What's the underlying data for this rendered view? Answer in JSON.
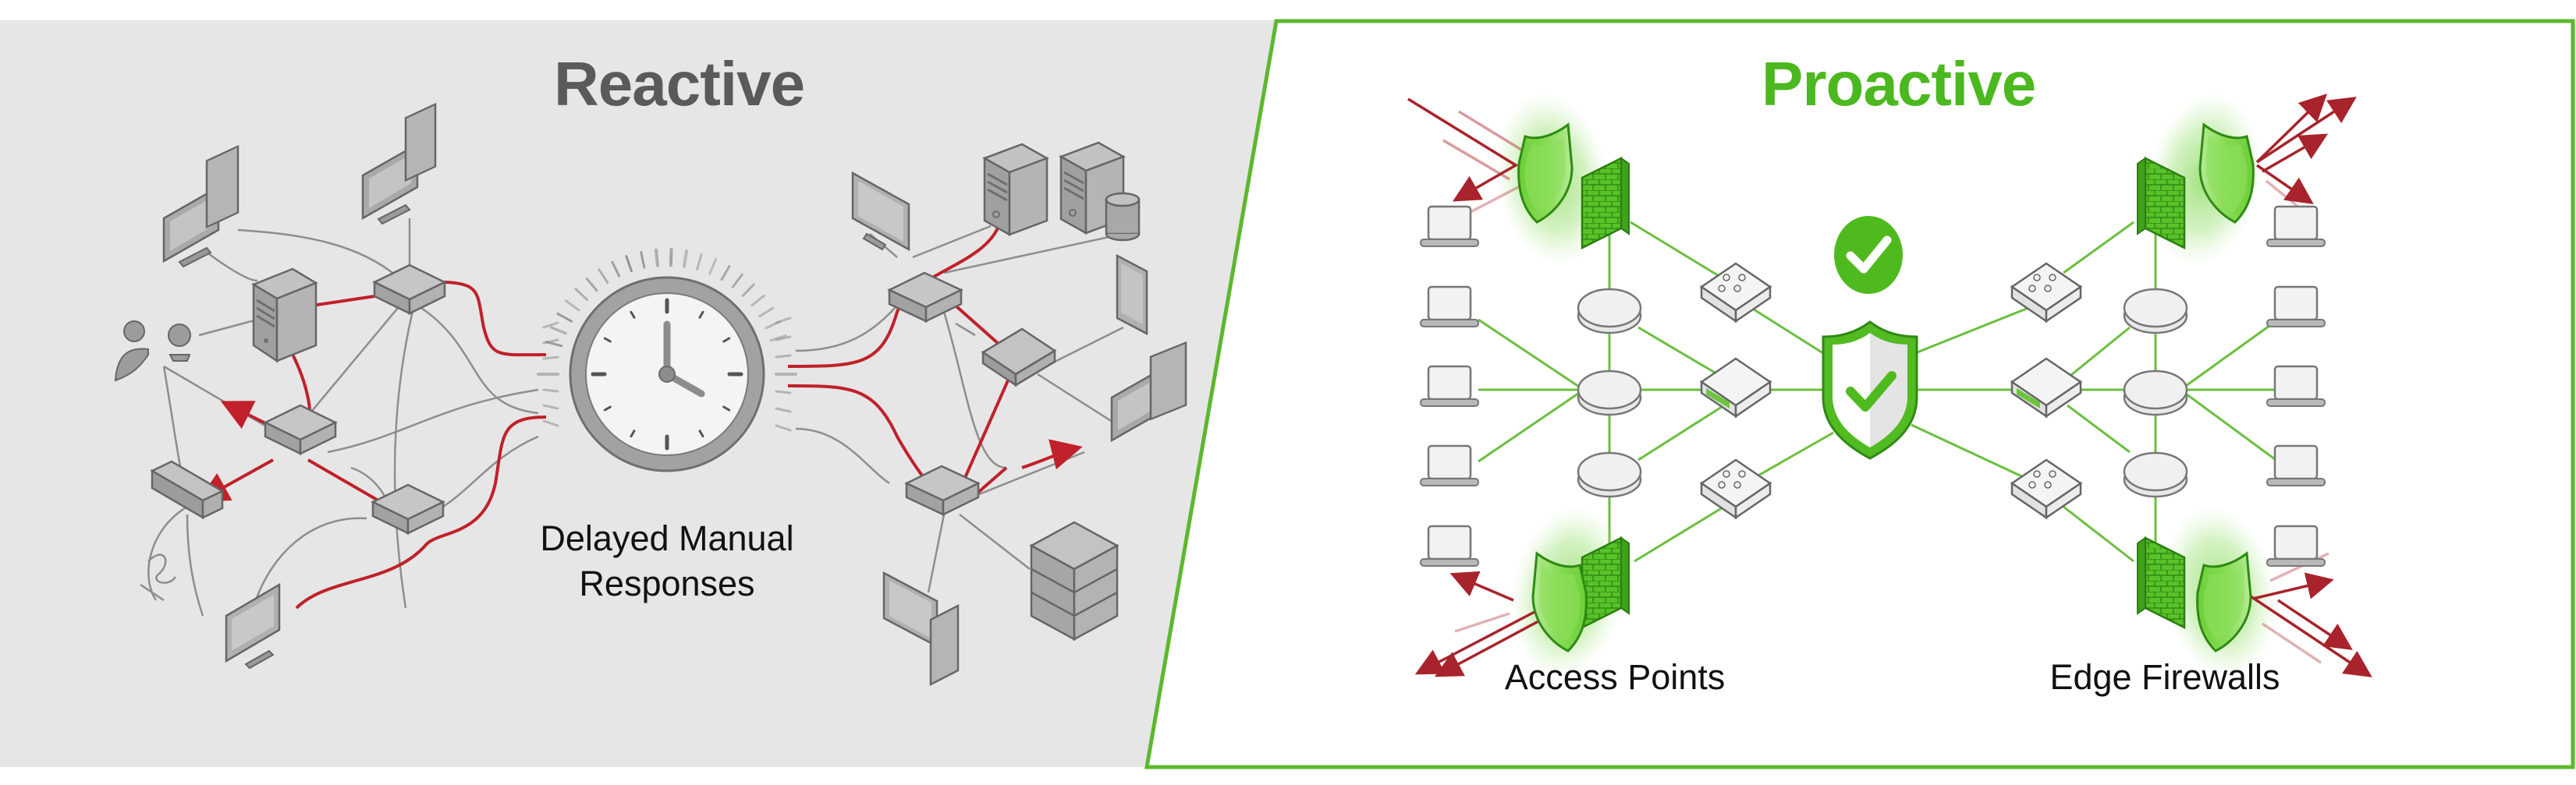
{
  "reactive": {
    "title": "Reactive",
    "caption_line1": "Delayed Manual",
    "caption_line2": "Responses",
    "title_color": "#5a5a5a",
    "accent_color": "#c0212a",
    "clock_time": "4:00",
    "icons": [
      "desktop-computer-icon",
      "server-tower-icon",
      "network-switch-icon",
      "router-icon",
      "user-icon",
      "monitor-icon",
      "smartphone-icon",
      "database-icon",
      "storage-array-icon",
      "clock-icon"
    ]
  },
  "proactive": {
    "title": "Proactive",
    "title_color": "#4cb81f",
    "border_color": "#5cb82e",
    "threat_color": "#a8232b",
    "labels": {
      "access_points": "Access Points",
      "edge_firewalls": "Edge Firewalls"
    },
    "icons": [
      "check-circle-icon",
      "shield-check-icon",
      "shield-icon",
      "firewall-icon",
      "laptop-icon",
      "access-point-icon",
      "network-switch-icon",
      "threat-arrow-icon"
    ]
  }
}
